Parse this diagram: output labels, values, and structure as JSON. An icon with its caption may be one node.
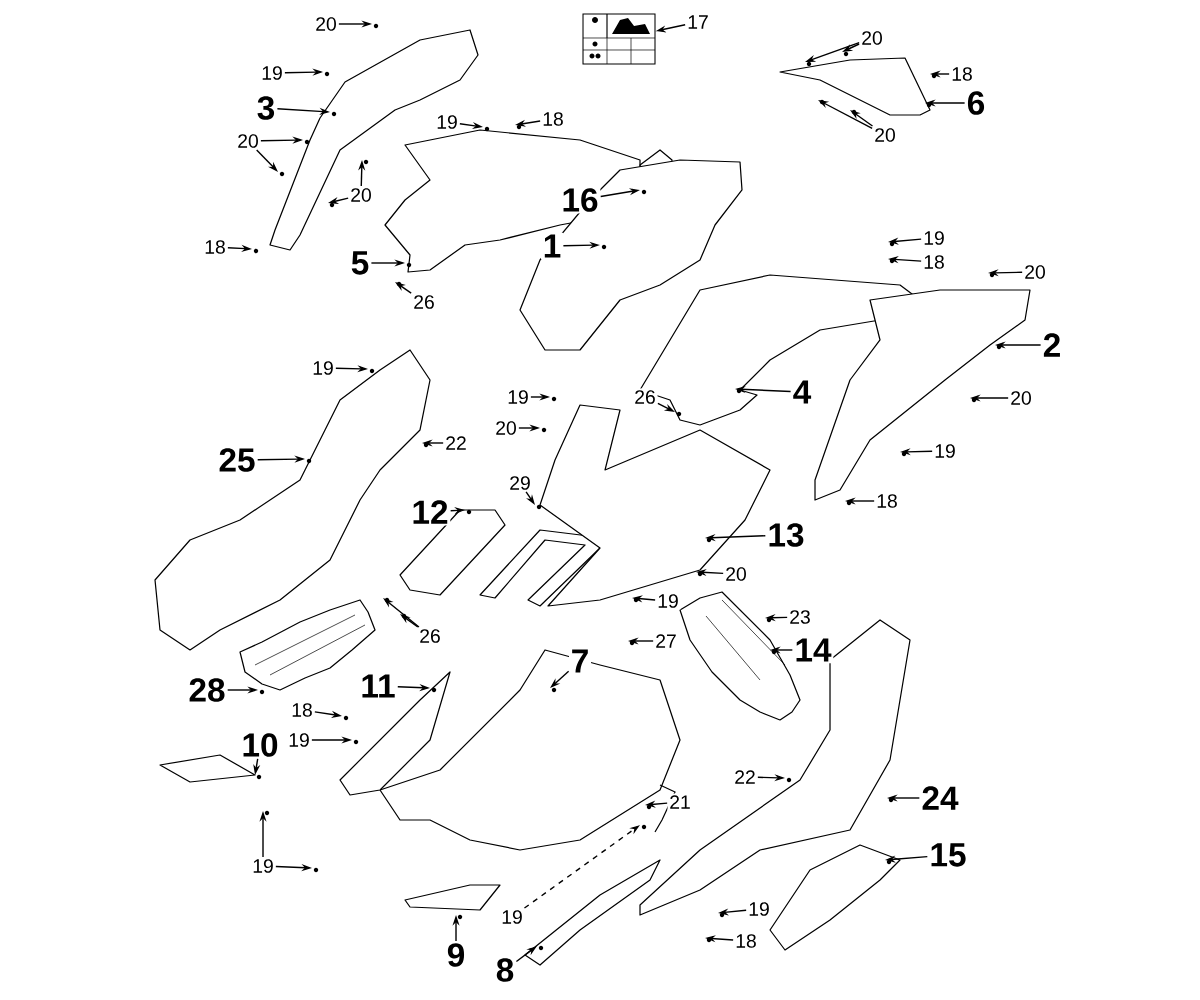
{
  "diagram": {
    "nodes": [
      {
        "text": [
          "20"
        ]
      },
      {
        "text": [
          "17"
        ]
      },
      {
        "text": [
          "20"
        ]
      },
      {
        "text": [
          "19"
        ]
      },
      {
        "text": [
          "18"
        ]
      },
      {
        "text": [
          "6"
        ]
      },
      {
        "text": [
          "3"
        ]
      },
      {
        "text": [
          "19"
        ]
      },
      {
        "text": [
          "18"
        ]
      },
      {
        "text": [
          "20"
        ]
      },
      {
        "text": [
          "20"
        ]
      },
      {
        "text": [
          "20"
        ]
      },
      {
        "text": [
          "16"
        ]
      },
      {
        "text": [
          "19"
        ]
      },
      {
        "text": [
          "1"
        ]
      },
      {
        "text": [
          "18"
        ]
      },
      {
        "text": [
          "18"
        ]
      },
      {
        "text": [
          "5"
        ]
      },
      {
        "text": [
          "20"
        ]
      },
      {
        "text": [
          "26"
        ]
      },
      {
        "text": [
          "2"
        ]
      },
      {
        "text": [
          "19"
        ]
      },
      {
        "text": [
          "4"
        ]
      },
      {
        "text": [
          "26"
        ]
      },
      {
        "text": [
          "19"
        ]
      },
      {
        "text": [
          "20"
        ]
      },
      {
        "text": [
          "20"
        ]
      },
      {
        "text": [
          "22"
        ]
      },
      {
        "text": [
          "19"
        ]
      },
      {
        "text": [
          "25"
        ]
      },
      {
        "text": [
          "29"
        ]
      },
      {
        "text": [
          "18"
        ]
      },
      {
        "text": [
          "12"
        ]
      },
      {
        "text": [
          "13"
        ]
      },
      {
        "text": [
          "20"
        ]
      },
      {
        "text": [
          "19"
        ]
      },
      {
        "text": [
          "23"
        ]
      },
      {
        "text": [
          "27"
        ]
      },
      {
        "text": [
          "26"
        ]
      },
      {
        "text": [
          "14"
        ]
      },
      {
        "text": [
          "7"
        ]
      },
      {
        "text": [
          "11"
        ]
      },
      {
        "text": [
          "28"
        ]
      },
      {
        "text": [
          "18"
        ]
      },
      {
        "text": [
          "19"
        ]
      },
      {
        "text": [
          "10"
        ]
      },
      {
        "text": [
          "22"
        ]
      },
      {
        "text": [
          "24"
        ]
      },
      {
        "text": [
          "21"
        ]
      },
      {
        "text": [
          "15"
        ]
      },
      {
        "text": [
          "19"
        ]
      },
      {
        "text": [
          "19"
        ]
      },
      {
        "text": [
          "19"
        ]
      },
      {
        "text": [
          "18"
        ]
      },
      {
        "text": [
          "9"
        ]
      },
      {
        "text": [
          "8"
        ]
      },
      {
        "text": [],
        "shape": "picture"
      }
    ],
    "edges": [
      {
        "from": 0,
        "to": null,
        "arrow": "to"
      },
      {
        "from": 1,
        "to": 56,
        "arrow": "to"
      },
      {
        "from": 2,
        "to": null,
        "arrow": "to"
      },
      {
        "from": 2,
        "to": null,
        "arrow": "to"
      },
      {
        "from": 3,
        "to": null,
        "arrow": "to"
      },
      {
        "from": 4,
        "to": null,
        "arrow": "to"
      },
      {
        "from": 5,
        "to": null,
        "arrow": "to"
      },
      {
        "from": 6,
        "to": null,
        "arrow": "to"
      },
      {
        "from": 7,
        "to": null,
        "arrow": "to"
      },
      {
        "from": 8,
        "to": null,
        "arrow": "to"
      },
      {
        "from": 9,
        "to": null,
        "arrow": "to"
      },
      {
        "from": 9,
        "to": null,
        "arrow": "to"
      },
      {
        "from": 10,
        "to": null,
        "arrow": "to"
      },
      {
        "from": 10,
        "to": null,
        "arrow": "to"
      },
      {
        "from": 11,
        "to": null,
        "arrow": "to"
      },
      {
        "from": 11,
        "to": null,
        "arrow": "to"
      },
      {
        "from": 12,
        "to": null,
        "arrow": "to"
      },
      {
        "from": 13,
        "to": null,
        "arrow": "to"
      },
      {
        "from": 14,
        "to": null,
        "arrow": "to"
      },
      {
        "from": 15,
        "to": null,
        "arrow": "to"
      },
      {
        "from": 16,
        "to": null,
        "arrow": "to"
      },
      {
        "from": 17,
        "to": null,
        "arrow": "to"
      },
      {
        "from": 18,
        "to": null,
        "arrow": "to"
      },
      {
        "from": 19,
        "to": null,
        "arrow": "to"
      },
      {
        "from": 20,
        "to": null,
        "arrow": "to"
      },
      {
        "from": 21,
        "to": null,
        "arrow": "to"
      },
      {
        "from": 22,
        "to": null,
        "arrow": "to"
      },
      {
        "from": 23,
        "to": null,
        "arrow": "to"
      },
      {
        "from": 24,
        "to": null,
        "arrow": "to"
      },
      {
        "from": 25,
        "to": null,
        "arrow": "to"
      },
      {
        "from": 26,
        "to": null,
        "arrow": "to"
      },
      {
        "from": 27,
        "to": null,
        "arrow": "to"
      },
      {
        "from": 28,
        "to": null,
        "arrow": "to"
      },
      {
        "from": 29,
        "to": null,
        "arrow": "to"
      },
      {
        "from": 30,
        "to": null,
        "arrow": "to"
      },
      {
        "from": 31,
        "to": null,
        "arrow": "to"
      },
      {
        "from": 32,
        "to": null,
        "arrow": "to"
      },
      {
        "from": 33,
        "to": null,
        "arrow": "to"
      },
      {
        "from": 34,
        "to": null,
        "arrow": "to"
      },
      {
        "from": 35,
        "to": null,
        "arrow": "to"
      },
      {
        "from": 36,
        "to": null,
        "arrow": "to"
      },
      {
        "from": 37,
        "to": null,
        "arrow": "to"
      },
      {
        "from": 38,
        "to": null,
        "arrow": "to"
      },
      {
        "from": 38,
        "to": null,
        "arrow": "to"
      },
      {
        "from": 39,
        "to": null,
        "arrow": "to"
      },
      {
        "from": 40,
        "to": null,
        "arrow": "to"
      },
      {
        "from": 41,
        "to": null,
        "arrow": "to"
      },
      {
        "from": 42,
        "to": null,
        "arrow": "to"
      },
      {
        "from": 43,
        "to": null,
        "arrow": "to"
      },
      {
        "from": 44,
        "to": null,
        "arrow": "to"
      },
      {
        "from": 45,
        "to": null,
        "arrow": "to"
      },
      {
        "from": 46,
        "to": null,
        "arrow": "to"
      },
      {
        "from": 47,
        "to": null,
        "arrow": "to"
      },
      {
        "from": 48,
        "to": null,
        "arrow": "to"
      },
      {
        "from": 49,
        "to": null,
        "arrow": "to"
      },
      {
        "from": 50,
        "to": null,
        "arrow": "to"
      },
      {
        "from": 50,
        "to": null,
        "arrow": "to"
      },
      {
        "from": 51,
        "to": null,
        "arrow": "to"
      },
      {
        "from": 52,
        "to": null,
        "arrow": "to",
        "style": "dashed"
      },
      {
        "from": 53,
        "to": null,
        "arrow": "to"
      },
      {
        "from": 54,
        "to": null,
        "arrow": "to"
      },
      {
        "from": 55,
        "to": null,
        "arrow": "to"
      }
    ]
  }
}
